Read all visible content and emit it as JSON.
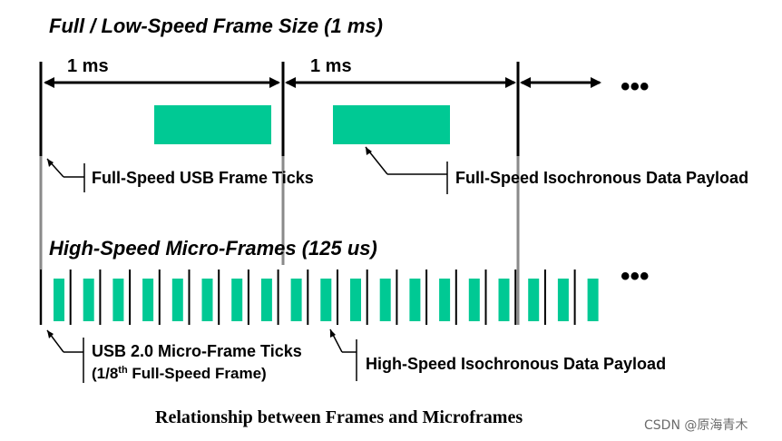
{
  "colors": {
    "payload": "#00c994",
    "tick": "#000000",
    "grey_tick": "#8a8a8a"
  },
  "full_speed": {
    "heading": "Full / Low-Speed Frame Size (1 ms)",
    "interval_label_1": "1 ms",
    "interval_label_2": "1 ms",
    "continuation": "•••",
    "tick_label": "Full-Speed USB Frame Ticks",
    "payload_label": "Full-Speed Isochronous Data Payload"
  },
  "high_speed": {
    "heading": "High-Speed Micro-Frames (125 us)",
    "continuation": "•••",
    "tick_label_line1": "USB 2.0 Micro-Frame Ticks",
    "tick_label_line2_pre": "(1/8",
    "tick_label_line2_sup": "th",
    "tick_label_line2_post": " Full-Speed Frame)",
    "payload_label": "High-Speed Isochronous Data Payload",
    "microframe_count": 19
  },
  "caption": "Relationship between Frames and Microframes",
  "watermark": "CSDN @原海青木"
}
